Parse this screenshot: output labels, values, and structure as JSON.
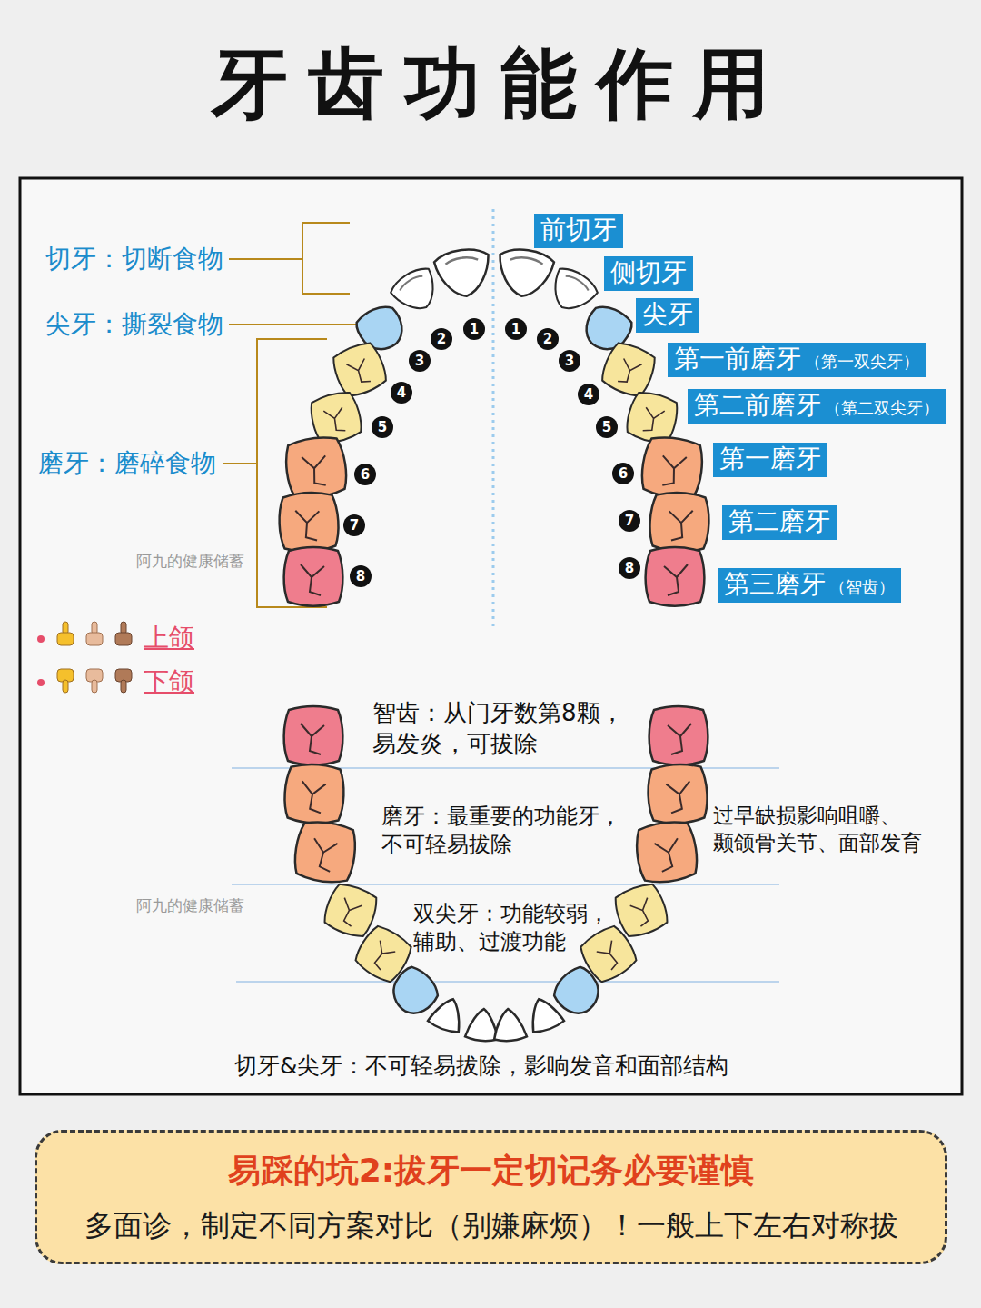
{
  "diagram": {
    "title": "牙齿功能作用",
    "nodes": [
      {
        "text": [
          "前切牙"
        ]
      },
      {
        "text": [
          "侧切牙"
        ]
      },
      {
        "text": [
          "尖牙"
        ]
      },
      {
        "text": [
          "第一前磨牙",
          "（第一双尖牙）"
        ]
      },
      {
        "text": [
          "第二前磨牙",
          "（第二双尖牙）"
        ]
      },
      {
        "text": [
          "第一磨牙"
        ]
      },
      {
        "text": [
          "第二磨牙"
        ]
      },
      {
        "text": [
          "第三磨牙",
          "（智齿）"
        ]
      },
      {
        "text": [
          "1"
        ]
      },
      {
        "text": [
          "2"
        ]
      },
      {
        "text": [
          "3"
        ]
      },
      {
        "text": [
          "4"
        ]
      },
      {
        "text": [
          "5"
        ]
      },
      {
        "text": [
          "6"
        ]
      },
      {
        "text": [
          "7"
        ]
      },
      {
        "text": [
          "8"
        ]
      },
      {
        "text": [
          "1"
        ]
      },
      {
        "text": [
          "2"
        ]
      },
      {
        "text": [
          "3"
        ]
      },
      {
        "text": [
          "4"
        ]
      },
      {
        "text": [
          "5"
        ]
      },
      {
        "text": [
          "6"
        ]
      },
      {
        "text": [
          "7"
        ]
      },
      {
        "text": [
          "8"
        ]
      },
      {
        "text": [
          "易踩的坑2:拔牙一定切记务必要谨慎",
          "多面诊，制定不同方案对比（别嫌麻烦）！一般上下左右对称拔"
        ]
      }
    ],
    "labels": [
      "切牙：切断食物",
      "尖牙：撕裂食物",
      "磨牙：磨碎食物",
      "阿九的健康储蓄",
      "上颌",
      "下颌",
      "智齿：从门牙数第8颗， 易发炎，可拔除",
      "磨牙：最重要的功能牙， 不可轻易拔除",
      "过早缺损影响咀嚼、 颞颌骨关节、面部发育",
      "阿九的健康储蓄",
      "双尖牙：功能较弱， 辅助、过渡功能",
      "切牙&尖牙：不可轻易拔除，影响发音和面部结构"
    ]
  }
}
